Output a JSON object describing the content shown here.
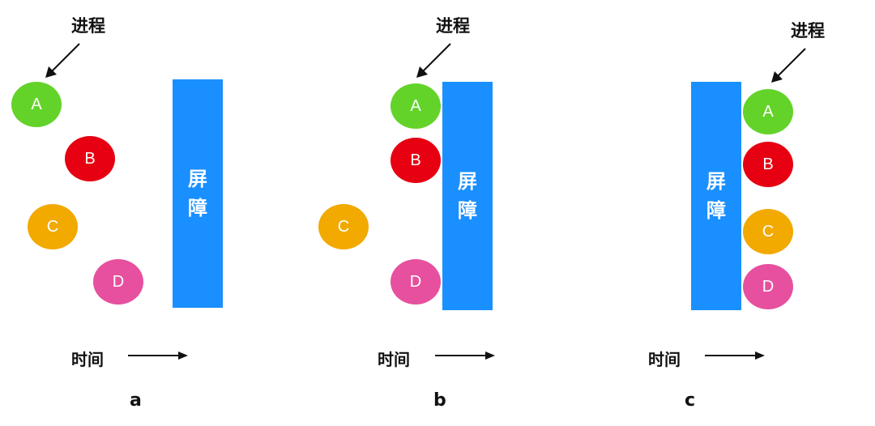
{
  "colors": {
    "barrier": "#1a8fff",
    "A": "#63d32a",
    "B": "#e60012",
    "C": "#f2a900",
    "D": "#e6509e",
    "arrow": "#111111"
  },
  "panels": [
    {
      "id": "a",
      "process_label": "进程",
      "barrier_label": "屏障",
      "time_label": "时间",
      "panel_label": "a",
      "processes": [
        {
          "name": "A"
        },
        {
          "name": "B"
        },
        {
          "name": "C"
        },
        {
          "name": "D"
        }
      ]
    },
    {
      "id": "b",
      "process_label": "进程",
      "barrier_label": "屏障",
      "time_label": "时间",
      "panel_label": "b",
      "processes": [
        {
          "name": "A"
        },
        {
          "name": "B"
        },
        {
          "name": "C"
        },
        {
          "name": "D"
        }
      ]
    },
    {
      "id": "c",
      "process_label": "进程",
      "barrier_label": "屏障",
      "time_label": "时间",
      "panel_label": "c",
      "processes": [
        {
          "name": "A"
        },
        {
          "name": "B"
        },
        {
          "name": "C"
        },
        {
          "name": "D"
        }
      ]
    }
  ]
}
